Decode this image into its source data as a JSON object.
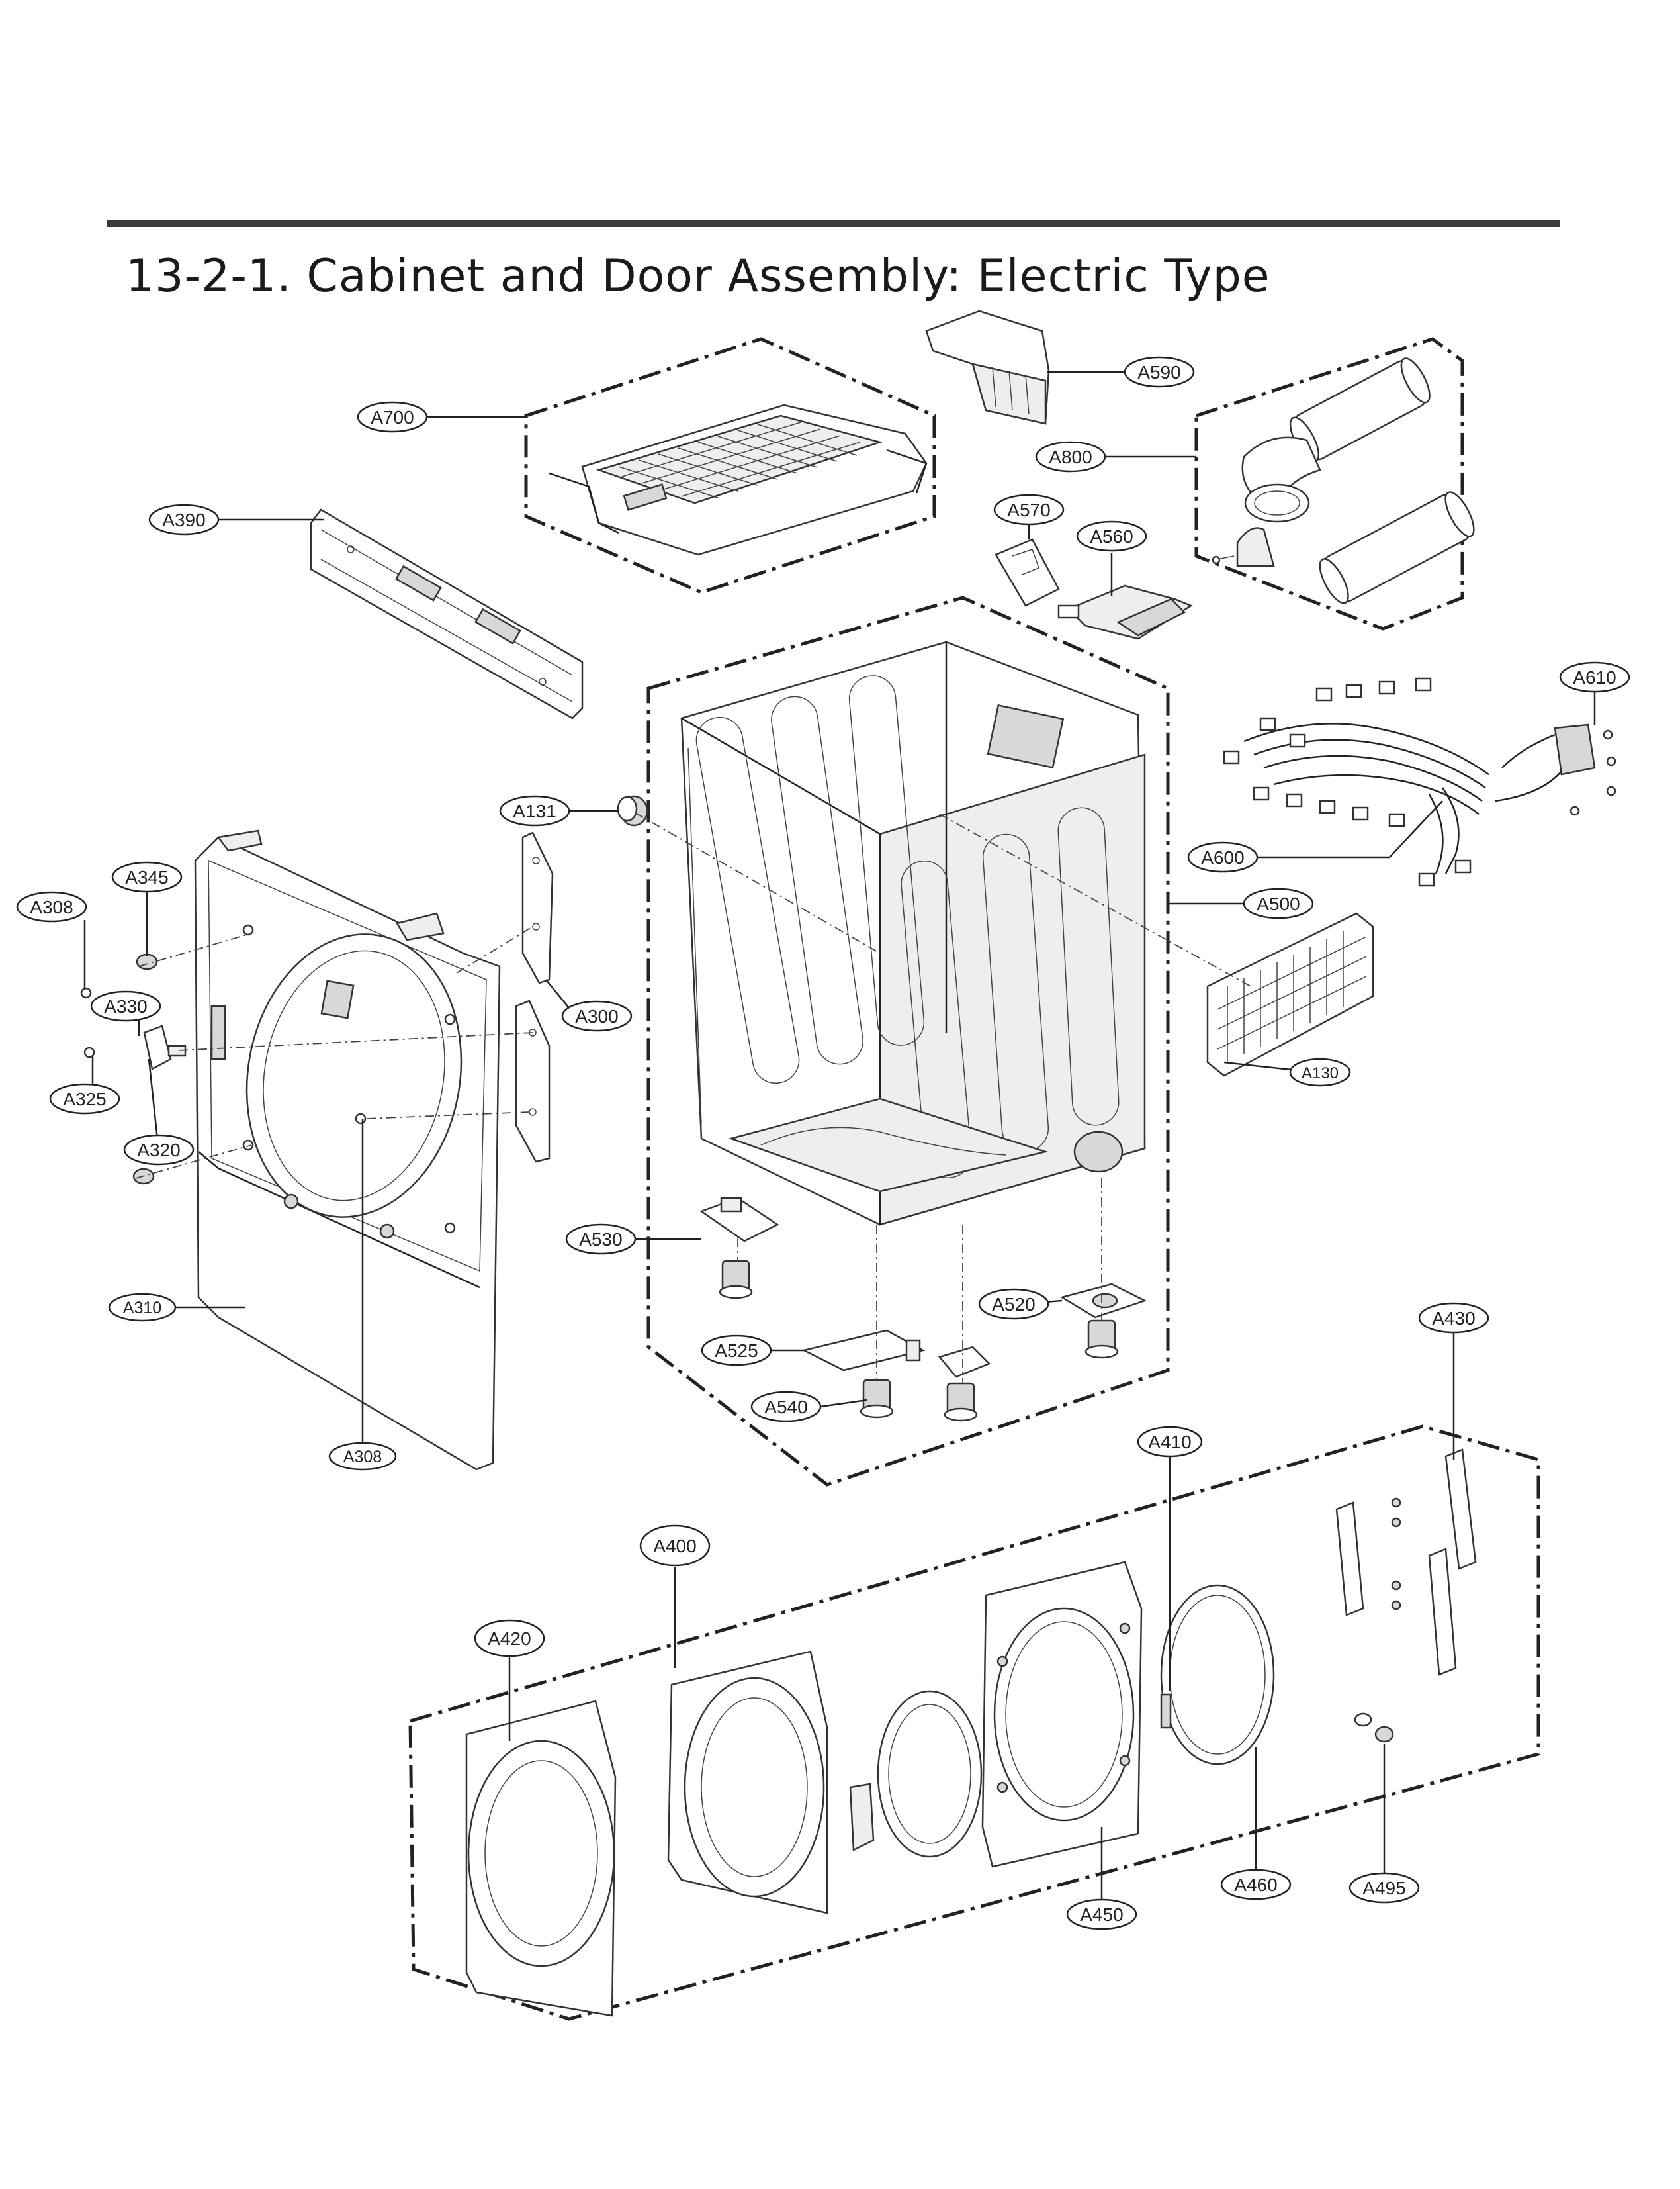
{
  "title": "13-2-1. Cabinet and Door Assembly: Electric Type",
  "callouts": {
    "A700": "A700",
    "A590": "A590",
    "A800": "A800",
    "A390": "A390",
    "A570": "A570",
    "A560": "A560",
    "A610": "A610",
    "A131": "A131",
    "A600": "A600",
    "A345": "A345",
    "A500": "A500",
    "A308_top": "A308",
    "A330": "A330",
    "A300": "A300",
    "A325": "A325",
    "A130": "A130",
    "A320": "A320",
    "A530": "A530",
    "A310": "A310",
    "A520": "A520",
    "A430": "A430",
    "A525": "A525",
    "A540": "A540",
    "A308_bottom": "A308",
    "A410": "A410",
    "A400": "A400",
    "A420": "A420",
    "A460": "A460",
    "A495": "A495",
    "A450": "A450"
  }
}
